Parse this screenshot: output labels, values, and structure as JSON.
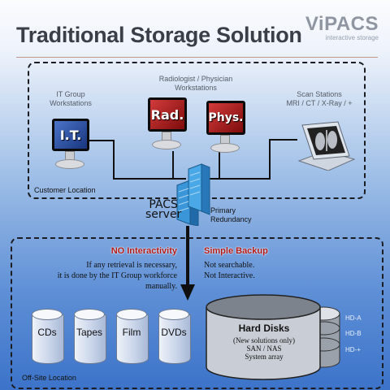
{
  "title": "Traditional Storage Solution",
  "logo": {
    "name": "ViPACS",
    "tagline": "interactive storage"
  },
  "customer_zone": {
    "label": "Customer Location",
    "groups": {
      "it": "IT Group\nWorkstations",
      "radiologist": "Radiologist / Physician\nWorkstations",
      "scan": "Scan Stations\nMRI / CT / X-Ray / +"
    },
    "monitors": {
      "it": "I.T.",
      "rad": "Rad.",
      "phys": "Phys."
    }
  },
  "pacs": {
    "label_1": "PACS",
    "label_2": "server",
    "note": "Primary\nRedundancy"
  },
  "offsite_zone": {
    "label": "Off-Site Location",
    "no_interactivity": {
      "title": "NO Interactivity",
      "text": "If any retrieval is necessary,\nit is done by the IT Group workforce\nmanually."
    },
    "simple_backup": {
      "title": "Simple Backup",
      "text": "Not searchable.\nNot Interactive."
    },
    "media": [
      "CDs",
      "Tapes",
      "Film",
      "DVDs"
    ],
    "hard_disks": {
      "title": "Hard Disks",
      "note": "(New solutions only)\nSAN / NAS\nSystem array"
    },
    "disk_labels": [
      "HD-A",
      "HD-B",
      "HD-+"
    ]
  }
}
